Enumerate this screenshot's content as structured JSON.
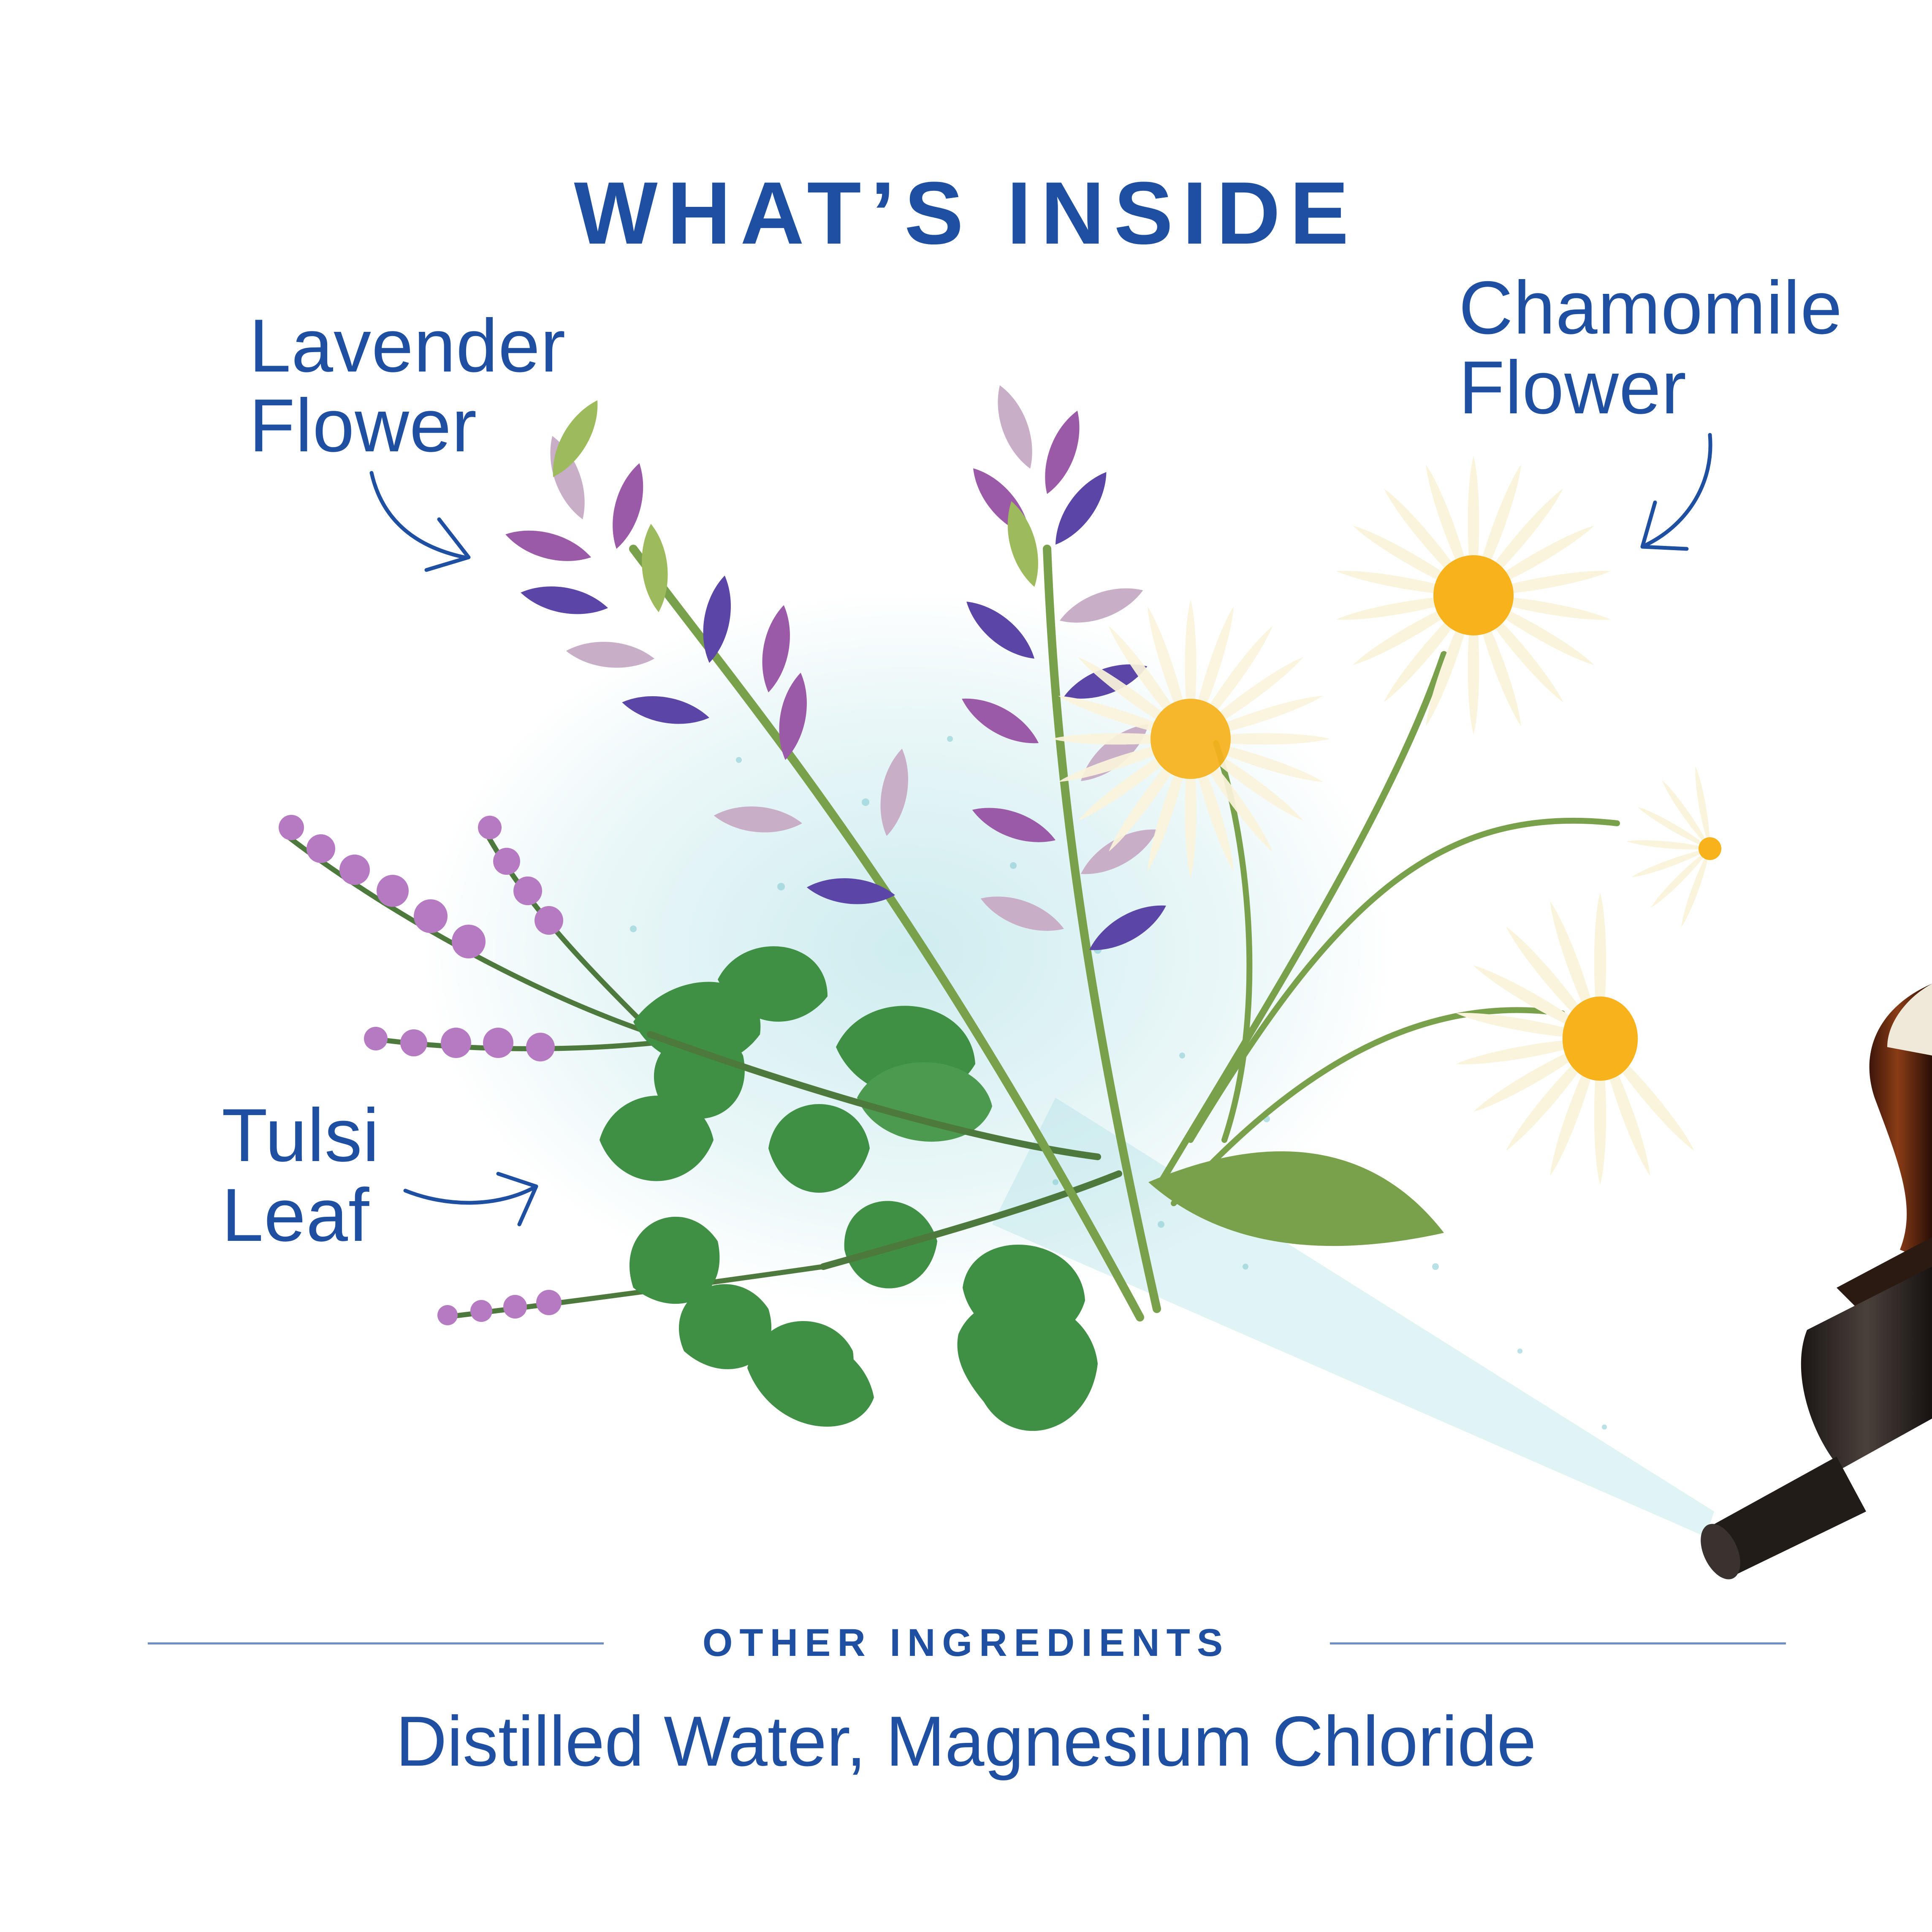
{
  "heading": "WHAT’S INSIDE",
  "ingredients": [
    {
      "lines": [
        "Lavender",
        "Flower"
      ]
    },
    {
      "lines": [
        "Chamomile",
        "Flower"
      ]
    },
    {
      "lines": [
        "Tulsi",
        "Leaf"
      ]
    }
  ],
  "other": {
    "heading": "OTHER INGREDIENTS",
    "list": "Distilled Water, Magnesium Chloride"
  },
  "colors": {
    "text_blue": "#1f4fa0",
    "lavender_dark": "#5b45a6",
    "lavender_mid": "#9b5aa8",
    "lavender_light": "#c9aec8",
    "leaf_green": "#3f8f45",
    "stem_green": "#79a04a",
    "chamomile_petal": "#fbf4dc",
    "chamomile_center": "#f7b21c",
    "tulsi_flower": "#b57ac2",
    "mist": "#9fd8de",
    "bottle_amber": "#6b2f12",
    "bottle_cap": "#2a2320"
  }
}
